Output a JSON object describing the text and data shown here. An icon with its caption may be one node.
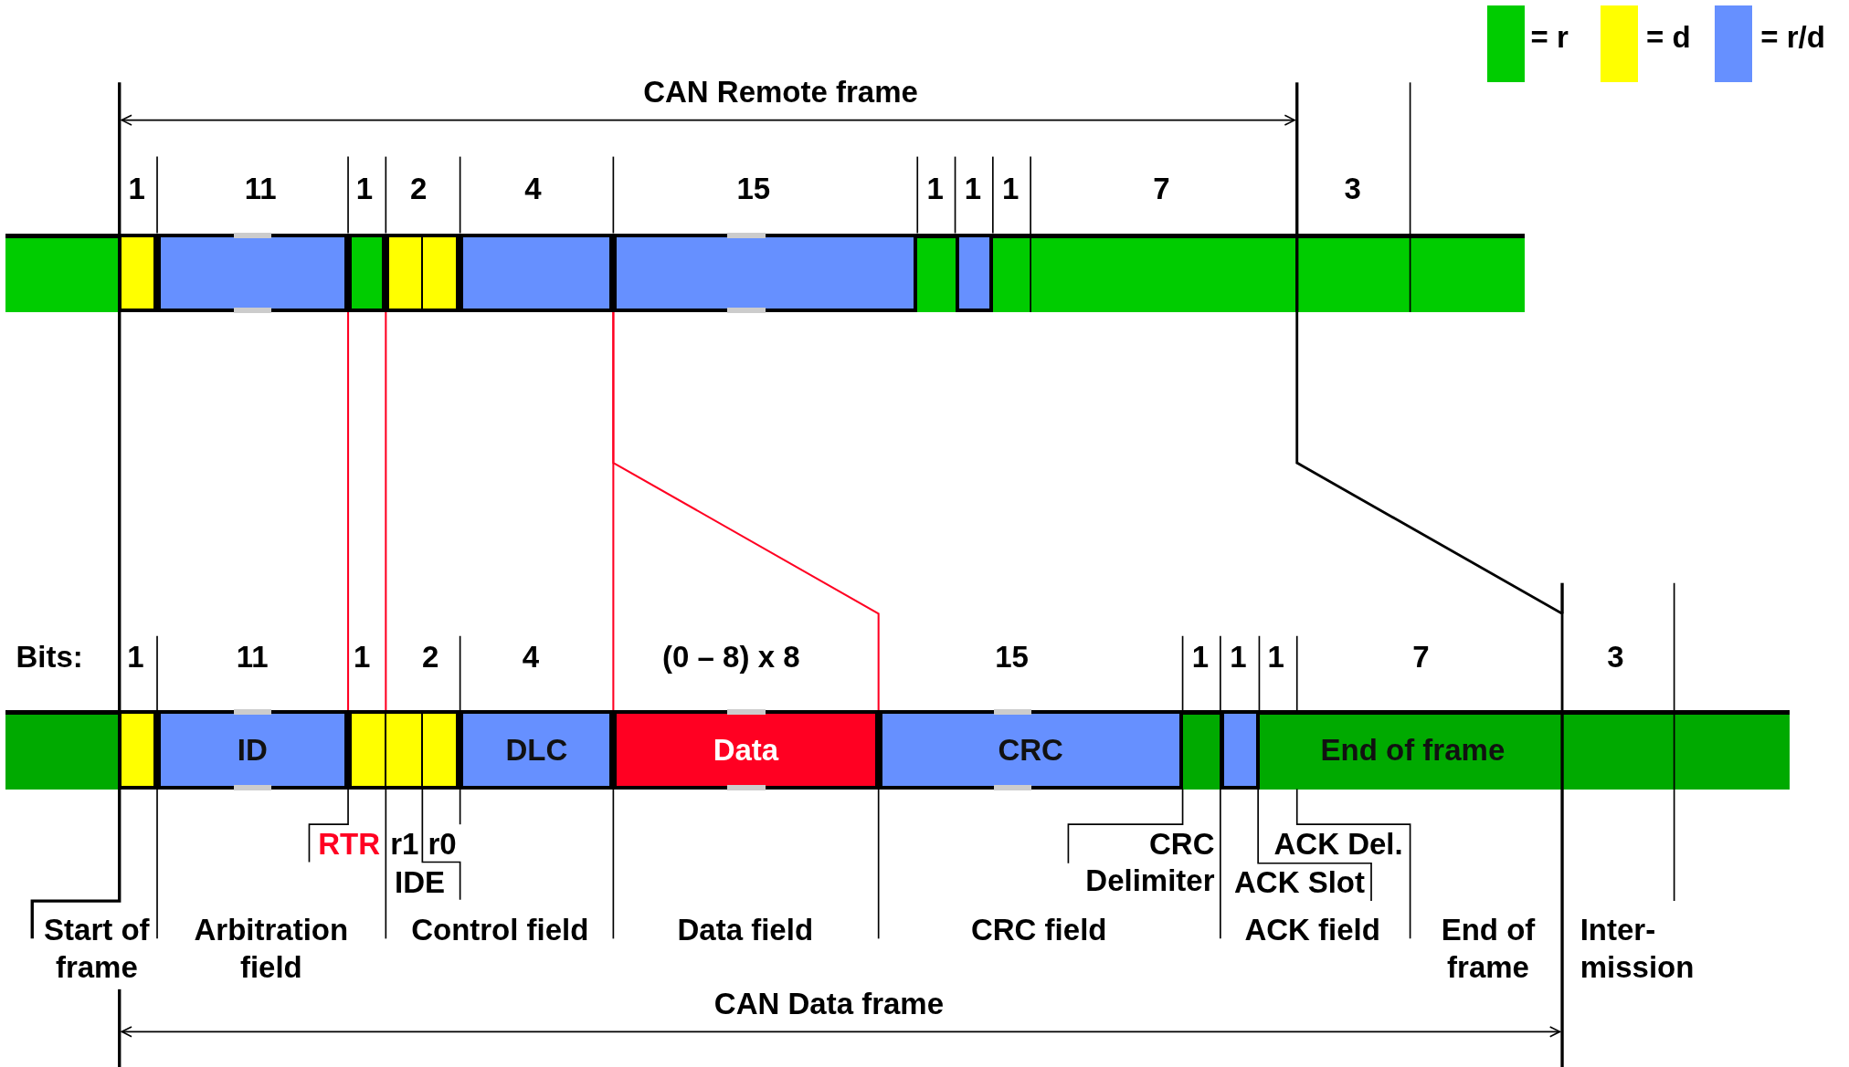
{
  "diagram": {
    "nodes": [
      {
        "text": [],
        "shape": "bar"
      },
      {
        "text": [],
        "shape": "box",
        "in": 0
      },
      {
        "text": [],
        "shape": "box",
        "in": 0
      },
      {
        "text": [],
        "shape": "box",
        "in": 0
      },
      {
        "text": [],
        "shape": "box",
        "in": 0
      },
      {
        "text": [],
        "shape": "box",
        "in": 0
      },
      {
        "text": [],
        "shape": "box",
        "in": 0
      },
      {
        "text": [],
        "shape": "box",
        "in": 0
      },
      {
        "text": [
          "End of frame"
        ]
      },
      {
        "text": [],
        "shape": "box",
        "in": 8
      },
      {
        "text": [
          "ID"
        ],
        "in": 8
      },
      {
        "text": [],
        "shape": "box",
        "in": 8
      },
      {
        "text": [
          "DLC"
        ],
        "in": 8
      },
      {
        "text": [
          "Data"
        ],
        "in": 8
      },
      {
        "text": [
          "CRC"
        ],
        "in": 8
      },
      {
        "text": [],
        "shape": "box",
        "in": 8
      }
    ],
    "edges": [
      {
        "from": 2,
        "to": 10,
        "arrow": "none"
      },
      {
        "from": 4,
        "to": 11,
        "arrow": "none"
      },
      {
        "from": 6,
        "to": 13,
        "arrow": "none"
      },
      {
        "from": 6,
        "to": 14,
        "arrow": "none"
      },
      {
        "from": 0,
        "to": 8,
        "arrow": "none",
        "color": "#000000"
      }
    ],
    "labels": [
      "CAN Remote frame",
      "1",
      "11",
      "1",
      "2",
      "4",
      "15",
      "1",
      "1",
      "1",
      "7",
      "3",
      "Bits:",
      "1",
      "11",
      "1",
      "2",
      "4",
      "(0 – 8) x 8",
      "15",
      "1",
      "1",
      "1",
      "7",
      "3",
      "RTR",
      "r1",
      "r0",
      "CRC Delimiter",
      "ACK Del.",
      "IDE",
      "ACK Slot",
      "Start of frame",
      "Arbitration field",
      "Control field",
      "Data field",
      "CRC field",
      "ACK field",
      "End of frame",
      "Inter- mission",
      "CAN Data frame"
    ],
    "legend": [
      {
        "text": "= r",
        "color": "#00cc00"
      },
      {
        "text": "= d",
        "color": "#ffff00"
      },
      {
        "text": "= r/d",
        "color": "#6690ff"
      }
    ]
  }
}
